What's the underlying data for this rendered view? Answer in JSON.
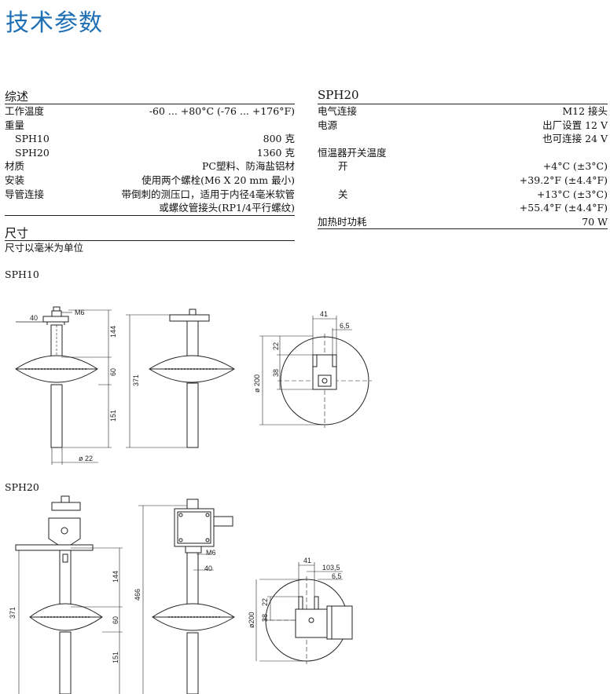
{
  "page_title": "技术参数",
  "general": {
    "heading": "综述",
    "rows": [
      {
        "label": "工作温度",
        "value": "-60 ... +80°C (-76 ... +176°F)",
        "level": 0
      },
      {
        "label": "重量",
        "value": "",
        "level": 0
      },
      {
        "label": "SPH10",
        "value": "800 克",
        "level": 1
      },
      {
        "label": "SPH20",
        "value": "1360 克",
        "level": 1
      },
      {
        "label": "材质",
        "value": "PC塑料、防海盐铝材",
        "level": 0
      },
      {
        "label": "安装",
        "value": "使用两个螺栓(M6 X 20 mm 最小)",
        "level": 0
      },
      {
        "label": "导管连接",
        "value": "带倒刺的测压口，适用于内径4毫米软管",
        "level": 0
      },
      {
        "label": "",
        "value": "或螺纹管接头(RP1/4平行螺纹)",
        "level": 0
      }
    ]
  },
  "sph20_spec": {
    "heading": "SPH20",
    "rows": [
      {
        "label": "电气连接",
        "value": "M12 接头",
        "level": 0
      },
      {
        "label": "电源",
        "value": "出厂设置 12 V",
        "level": 0
      },
      {
        "label": "",
        "value": "也可连接 24 V",
        "level": 0
      },
      {
        "label": "恒温器开关温度",
        "value": "",
        "level": 0
      },
      {
        "label": "开",
        "value": "+4°C (±3°C)",
        "level": 2
      },
      {
        "label": "",
        "value": "+39.2°F (±4.4°F)",
        "level": 0
      },
      {
        "label": "关",
        "value": "+13°C (±3°C)",
        "level": 2
      },
      {
        "label": "",
        "value": "+55.4°F (±4.4°F)",
        "level": 0
      },
      {
        "label": "加热时功耗",
        "value": "70 W",
        "level": 0
      }
    ]
  },
  "dimensions": {
    "heading": "尺寸",
    "note": "尺寸以毫米为单位"
  },
  "drawings": {
    "sph10_label": "SPH10",
    "sph20_label": "SPH20",
    "sph10": {
      "d40": "40",
      "m6": "M6",
      "d144": "144",
      "d60": "60",
      "d151": "151",
      "d22": "ø 22",
      "d371": "371",
      "d41": "41",
      "d6_5": "6,5",
      "d22b": "22",
      "d38": "38",
      "d200": "ø 200"
    },
    "sph20": {
      "d371": "371",
      "d144": "144",
      "d60": "60",
      "d151": "151",
      "d466": "466",
      "m6": "M6",
      "d40": "40",
      "d41": "41",
      "d103_5": "103,5",
      "d6_5": "6,5",
      "d200": "ø200",
      "d38": "38",
      "d22": "22"
    }
  }
}
